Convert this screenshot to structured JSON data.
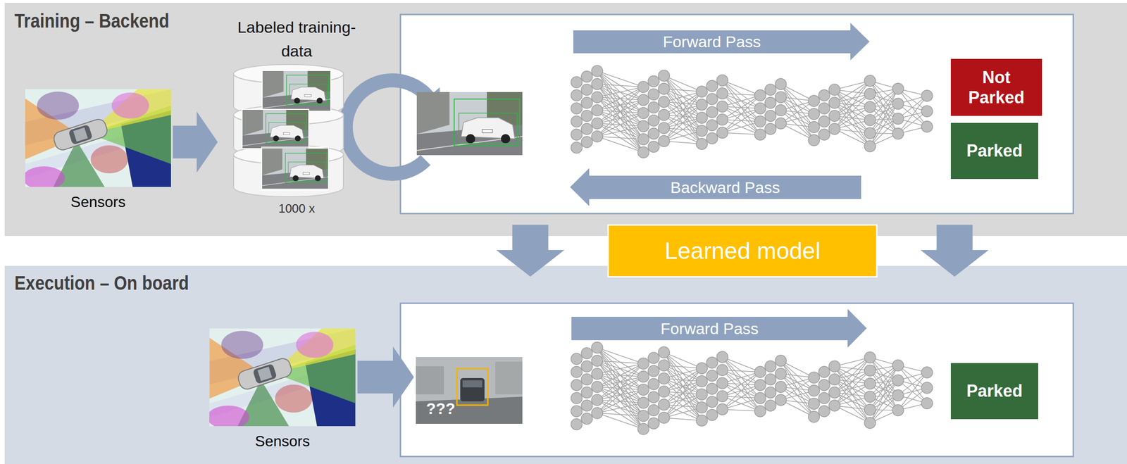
{
  "diagram": {
    "nodes": [
      {
        "text": [
          "Training – Backend"
        ]
      },
      {
        "text": [
          "Sensors"
        ],
        "in": 0
      },
      {
        "text": [
          "Labeled training-data",
          "1000 x"
        ],
        "in": 0
      },
      {
        "text": [
          "Forward Pass"
        ],
        "in": 0
      },
      {
        "text": [
          "Backward Pass"
        ],
        "in": 0
      },
      {
        "text": [
          "Not Parked"
        ],
        "in": 0
      },
      {
        "text": [
          "Parked"
        ],
        "in": 0
      },
      {
        "text": [
          "Learned model"
        ]
      },
      {
        "text": [
          "Execution – On board"
        ]
      },
      {
        "text": [
          "Sensors"
        ],
        "in": 8
      },
      {
        "text": [
          "???"
        ],
        "in": 8
      },
      {
        "text": [
          "Forward Pass"
        ],
        "in": 8
      },
      {
        "text": [
          "Parked"
        ],
        "in": 8
      }
    ],
    "edges": [
      {
        "from": 1,
        "to": 2,
        "arrow": "to"
      },
      {
        "from": 0,
        "to": 8,
        "arrow": "to"
      },
      {
        "from": 0,
        "to": 8,
        "arrow": "to"
      },
      {
        "from": 9,
        "to": 10,
        "arrow": "to"
      }
    ]
  }
}
